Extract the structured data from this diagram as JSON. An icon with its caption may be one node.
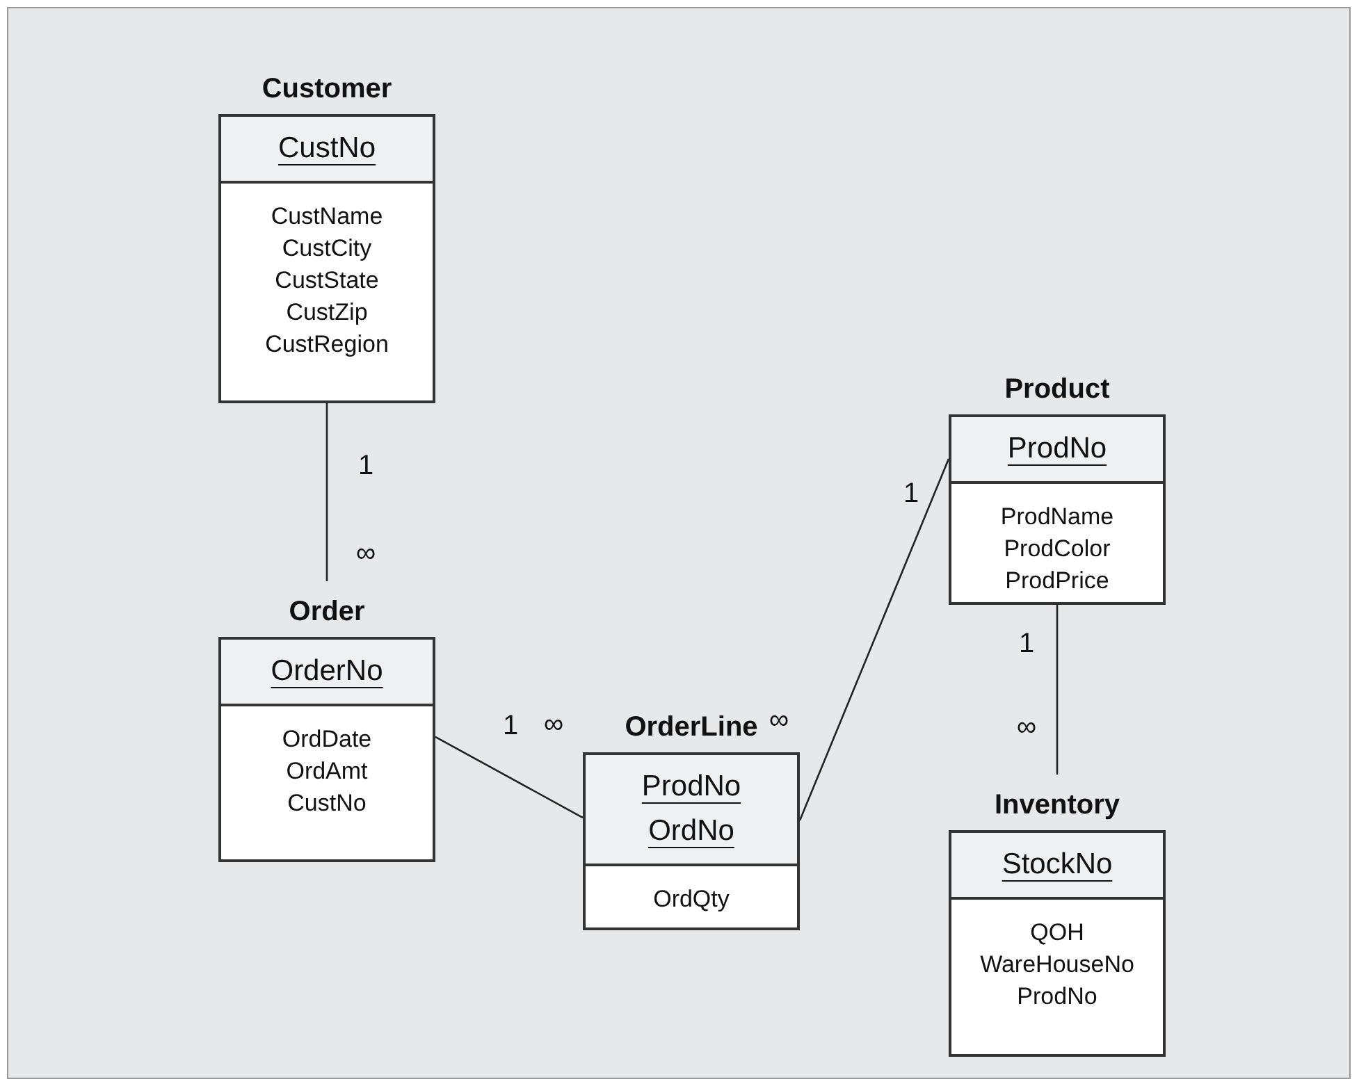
{
  "diagram": {
    "nodes": [
      {
        "text": [
          "Customer"
        ]
      },
      {
        "text": [
          "CustNo"
        ],
        "in": 0
      },
      {
        "text": [
          "CustName",
          "CustCity",
          "CustState",
          "CustZip",
          "CustRegion"
        ],
        "in": 0
      },
      {
        "text": [
          "Order"
        ]
      },
      {
        "text": [
          "OrderNo"
        ],
        "in": 3
      },
      {
        "text": [
          "OrdDate",
          "OrdAmt",
          "CustNo"
        ],
        "in": 3
      },
      {
        "text": [
          "OrderLine"
        ]
      },
      {
        "text": [
          "ProdNo",
          "OrdNo"
        ],
        "in": 6
      },
      {
        "text": [
          "OrdQty"
        ],
        "in": 6
      },
      {
        "text": [
          "Product"
        ]
      },
      {
        "text": [
          "ProdNo"
        ],
        "in": 9
      },
      {
        "text": [
          "ProdName",
          "ProdColor",
          "ProdPrice"
        ],
        "in": 9
      },
      {
        "text": [
          "Inventory"
        ]
      },
      {
        "text": [
          "StockNo"
        ],
        "in": 12
      },
      {
        "text": [
          "QOH",
          "WareHouseNo",
          "ProdNo"
        ],
        "in": 12
      }
    ],
    "edges": [
      {
        "from": 0,
        "to": 3,
        "arrow": "none"
      },
      {
        "from": 3,
        "to": 6,
        "arrow": "none"
      },
      {
        "from": 6,
        "to": 9,
        "arrow": "none"
      },
      {
        "from": 9,
        "to": 12,
        "arrow": "none"
      }
    ],
    "labels": [
      "1",
      "1",
      "∞",
      "1",
      "∞",
      "∞",
      "1",
      "∞"
    ]
  }
}
